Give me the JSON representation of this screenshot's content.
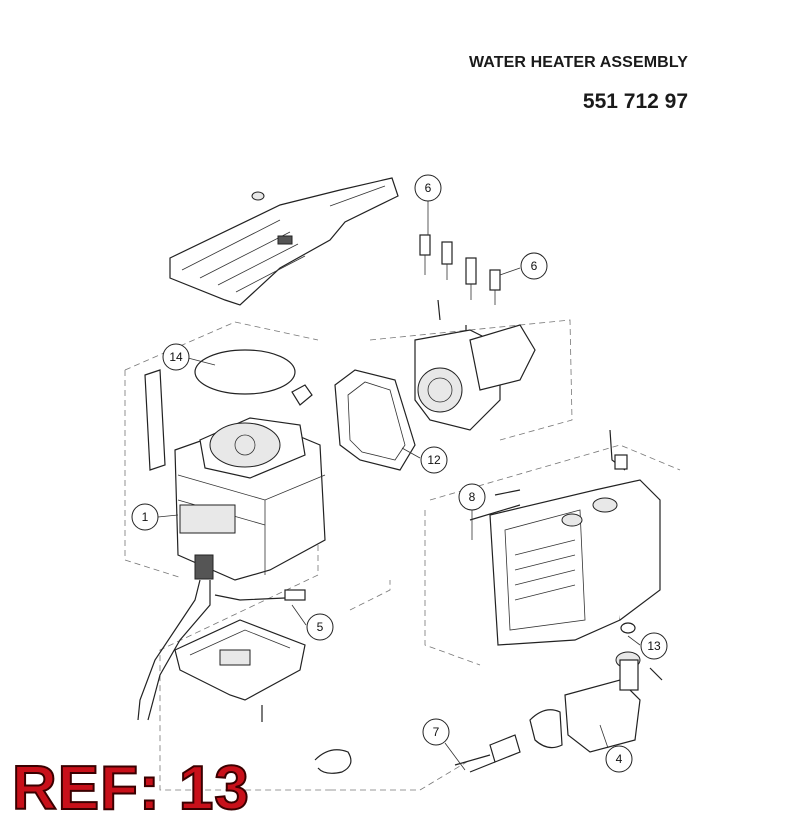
{
  "header": {
    "title": "WATER HEATER ASSEMBLY",
    "part_number": "551 712 97"
  },
  "ref_label": "REF: 13",
  "callouts": [
    "6",
    "6",
    "14",
    "12",
    "8",
    "1",
    "5",
    "13",
    "7",
    "4"
  ],
  "colors": {
    "ref_red": "#c8101a",
    "line": "#222222"
  }
}
